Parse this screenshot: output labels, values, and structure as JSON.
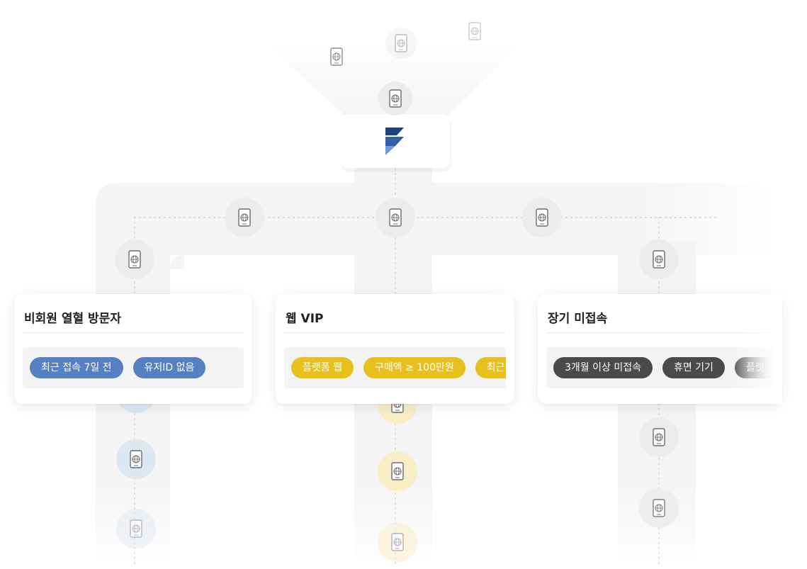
{
  "cards": [
    {
      "title": "비회원 열혈 방문자",
      "tags": [
        "최근 접속 7일 전",
        "유저ID 없음"
      ],
      "tag_color": "#5581c2"
    },
    {
      "title": "웹 VIP",
      "tags": [
        "플랫폼 웹",
        "구매액 ≥ 100만원",
        "최근"
      ],
      "tag_color": "#e8c11f"
    },
    {
      "title": "장기 미접속",
      "tags": [
        "3개월 이상 미접속",
        "휴면 기기",
        "플랫"
      ],
      "tag_color": "#4a4a4a"
    }
  ],
  "colors": {
    "brand_dark": "#1f3f78",
    "brand_mid": "#2e5fa8",
    "brand_light": "#6c9bd6",
    "device_node": "#ececec",
    "blue_node": "#dde7f2",
    "yellow_node": "#f8eec6"
  },
  "icons": {
    "device": "web-device-icon",
    "logo": "brand-logo-icon"
  }
}
